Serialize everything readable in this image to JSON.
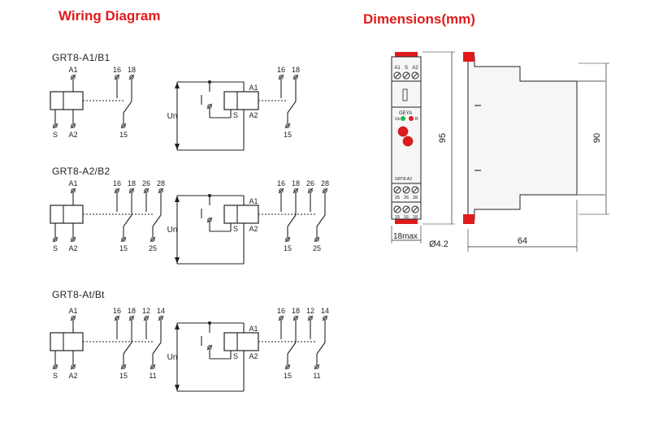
{
  "headings": {
    "wiring": "Wiring Diagram",
    "dimensions": "Dimensions(mm)"
  },
  "models": [
    {
      "name": "GRT8-A1/B1",
      "contacts": [
        [
          "16",
          "18",
          "15"
        ]
      ]
    },
    {
      "name": "GRT8-A2/B2",
      "contacts": [
        [
          "16",
          "18",
          "15"
        ],
        [
          "26",
          "28",
          "25"
        ]
      ]
    },
    {
      "name": "GRT8-At/Bt",
      "contacts": [
        [
          "16",
          "18",
          "15"
        ],
        [
          "12",
          "14",
          "11"
        ]
      ]
    }
  ],
  "terminals": {
    "a1": "A1",
    "a2": "A2",
    "s": "S",
    "supply": "Un"
  },
  "device": {
    "top_terminals": [
      "A1",
      "S",
      "A2"
    ],
    "brand": "GEYA",
    "model_text": "GRT8-A2",
    "led_labels": [
      "Un",
      "R"
    ],
    "row_mid": [
      "25",
      "26",
      "28"
    ],
    "row_bottom": [
      "15",
      "16",
      "18"
    ]
  },
  "dimensions": {
    "height_front": "95",
    "height_side": "90",
    "width_front": "18max",
    "hole": "Ø4.2",
    "depth": "64"
  },
  "colors": {
    "accent": "#e01b1b",
    "led_green": "#2bb34a",
    "led_red": "#e01b1b",
    "line": "#222222"
  }
}
